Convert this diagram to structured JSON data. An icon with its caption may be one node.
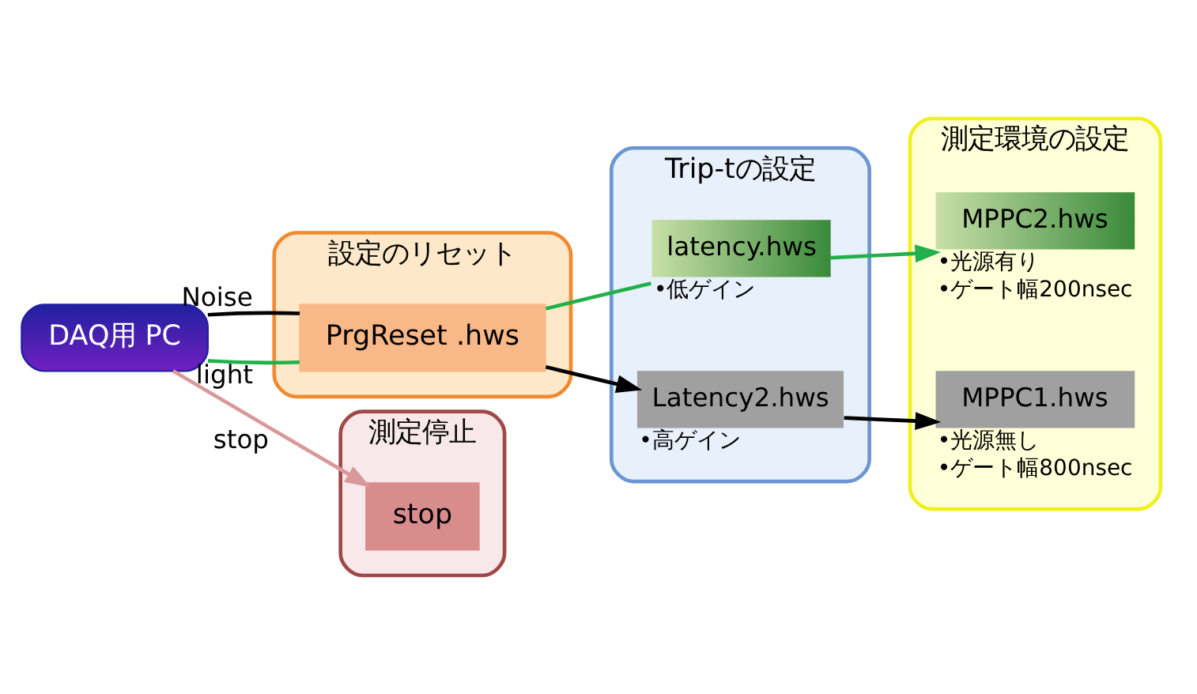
{
  "diagram": {
    "nodes": [
      {
        "text": [
          "DAQ用 PC"
        ]
      },
      {
        "text": [
          "設定のリセット"
        ]
      },
      {
        "text": [
          "PrgReset .hws"
        ],
        "in": 1
      },
      {
        "text": [
          "Trip-tの設定"
        ]
      },
      {
        "text": [
          "latency.hws"
        ],
        "in": 3,
        "beside": [
          "•低ゲイン"
        ]
      },
      {
        "text": [
          "Latency2.hws"
        ],
        "in": 3,
        "beside": [
          "•高ゲイン"
        ]
      },
      {
        "text": [
          "測定環境の設定"
        ]
      },
      {
        "text": [
          "MPPC2.hws"
        ],
        "in": 6,
        "beside": [
          "•光源有り",
          "•ゲート幅200nsec"
        ]
      },
      {
        "text": [
          "MPPC1.hws"
        ],
        "in": 6,
        "beside": [
          "•光源無し",
          "•ゲート幅800nsec"
        ]
      },
      {
        "text": [
          "測定停止"
        ]
      },
      {
        "text": [
          "stop"
        ],
        "in": 9
      }
    ],
    "edges": [
      {
        "from": 0,
        "to": 2,
        "arrow": "none",
        "label": "light",
        "color": "#22b04a"
      },
      {
        "from": 0,
        "to": 2,
        "arrow": "none",
        "label": "Noise",
        "color": "#000000"
      },
      {
        "from": 2,
        "to": 4,
        "arrow": "none",
        "color": "#22b04a"
      },
      {
        "from": 2,
        "to": 5,
        "arrow": "to",
        "color": "#000000"
      },
      {
        "from": 4,
        "to": 7,
        "arrow": "to",
        "color": "#22b04a"
      },
      {
        "from": 5,
        "to": 8,
        "arrow": "to",
        "color": "#000000"
      },
      {
        "from": 0,
        "to": 10,
        "arrow": "to",
        "label": "stop",
        "color": "#d9999b"
      }
    ]
  }
}
